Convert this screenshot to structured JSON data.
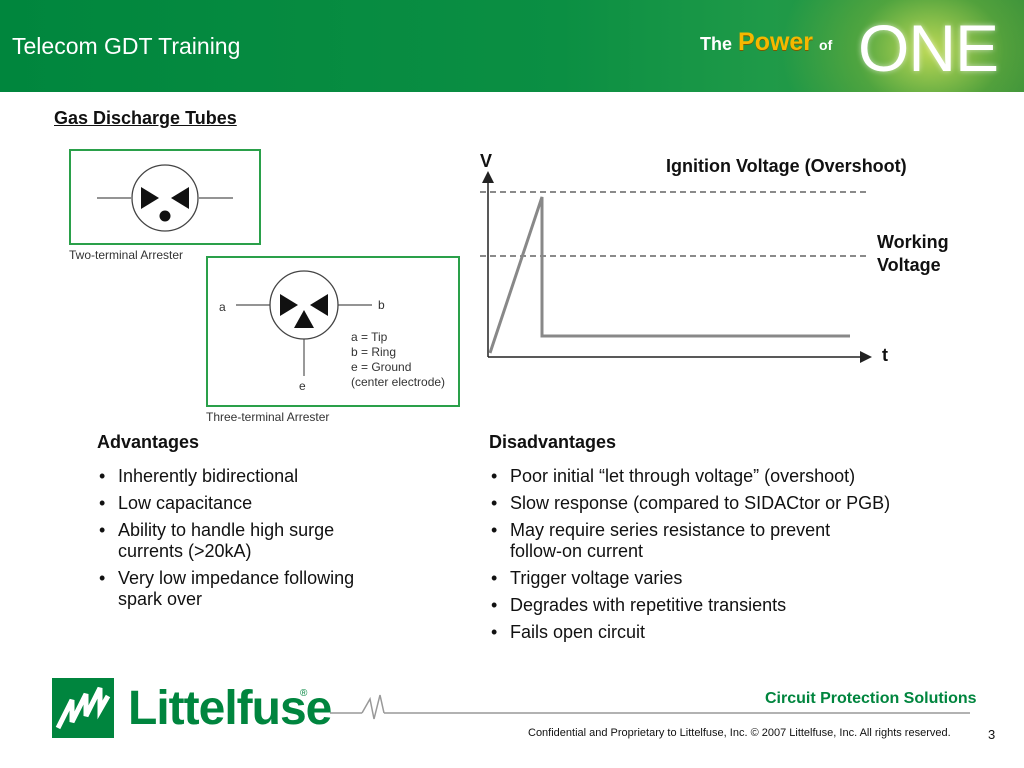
{
  "header": {
    "title": "Telecom GDT Training",
    "tagline_the": "The",
    "tagline_power": "Power",
    "tagline_of": "of",
    "tagline_one": "ONE"
  },
  "section_title": "Gas Discharge Tubes",
  "diagram_two": {
    "caption": "Two-terminal Arrester"
  },
  "diagram_three": {
    "caption": "Three-terminal Arrester",
    "label_a": "a",
    "label_b": "b",
    "label_e": "e",
    "legend": [
      "a = Tip",
      "b = Ring",
      "e = Ground",
      "(center electrode)"
    ]
  },
  "waveform": {
    "axis_v": "V",
    "axis_t": "t",
    "ignition_label": "Ignition Voltage (Overshoot)",
    "working_label_1": "Working",
    "working_label_2": "Voltage"
  },
  "advantages": {
    "title": "Advantages",
    "items": [
      "Inherently bidirectional",
      "Low capacitance",
      [
        "Ability to handle high surge",
        "currents (>20kA)"
      ],
      [
        "Very low impedance following",
        "spark over"
      ]
    ]
  },
  "disadvantages": {
    "title": "Disadvantages",
    "items": [
      "Poor initial “let through voltage” (overshoot)",
      "Slow response (compared to SIDACtor or PGB)",
      [
        "May require series resistance to prevent",
        "follow-on current"
      ],
      "Trigger voltage varies",
      "Degrades with repetitive transients",
      "Fails open circuit"
    ]
  },
  "footer": {
    "brand": "Littelfuse",
    "brand_mark": "®",
    "slogan": "Circuit Protection Solutions",
    "confidential": "Confidential and Proprietary to Littelfuse, Inc.  © 2007 Littelfuse, Inc.  All rights reserved.",
    "page_number": "3"
  },
  "colors": {
    "brand_green": "#00853e",
    "power_gold": "#f5b800",
    "diagram_border": "#2aa04a",
    "waveform_line": "#888888"
  }
}
